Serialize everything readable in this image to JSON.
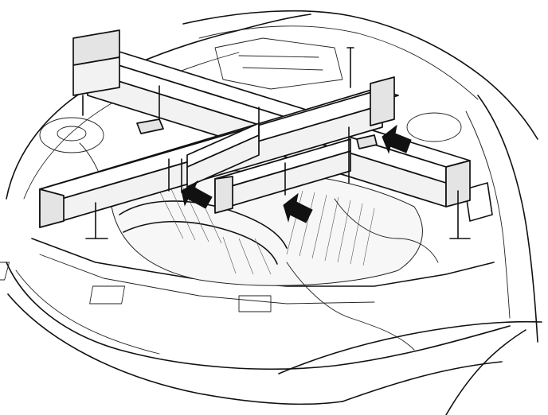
{
  "figure": {
    "subject": "engine-support-fixture-installed-in-engine-compartment",
    "style": "black-and-white line drawing",
    "callouts": [
      {
        "icon": "arrow-icon",
        "target": "rear-lift-hook"
      },
      {
        "icon": "arrow-icon",
        "target": "center-lift-hook"
      },
      {
        "icon": "arrow-icon",
        "target": "right-lift-hook"
      }
    ],
    "colors": {
      "ink": "#111111",
      "paper": "#ffffff"
    }
  }
}
